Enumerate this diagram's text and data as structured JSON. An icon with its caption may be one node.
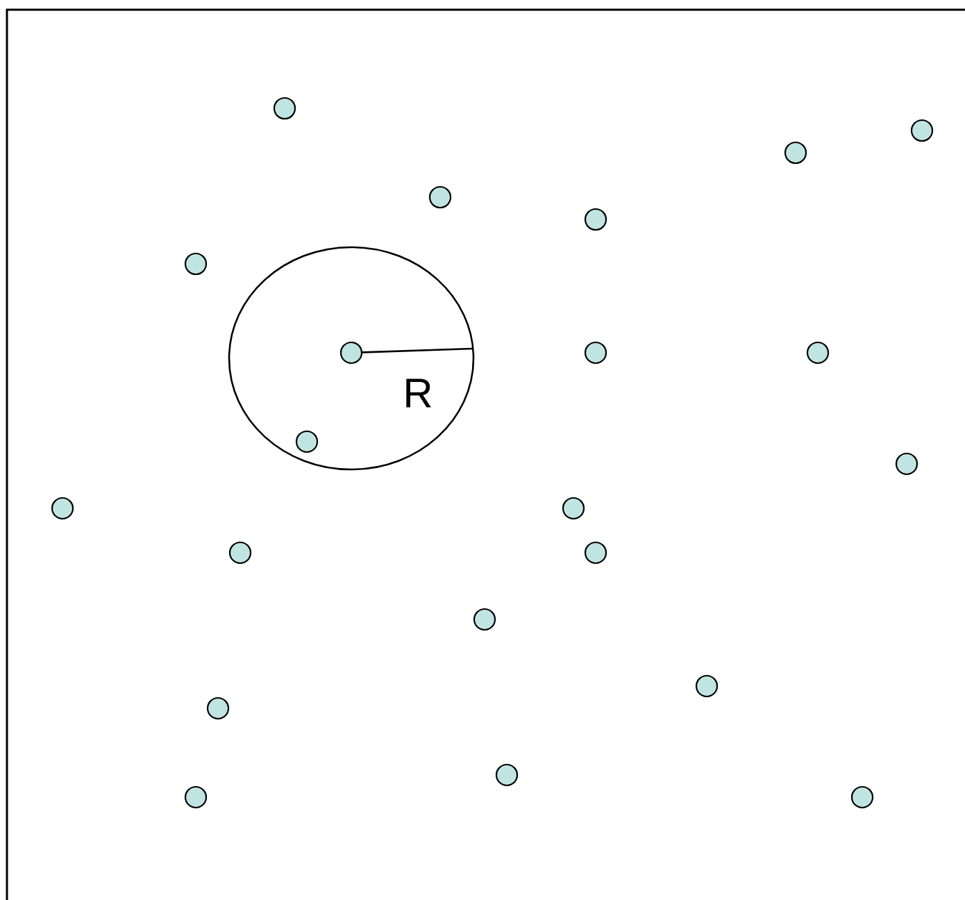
{
  "diagram": {
    "nodes": [
      {
        "text": [
          "R"
        ]
      },
      {
        "text": [],
        "shape": "circle"
      },
      {
        "text": [],
        "shape": "circle"
      },
      {
        "text": [],
        "shape": "circle"
      },
      {
        "text": [],
        "shape": "circle"
      },
      {
        "text": [],
        "shape": "circle"
      },
      {
        "text": [],
        "shape": "circle"
      },
      {
        "text": [],
        "shape": "circle",
        "in": 0
      },
      {
        "text": [],
        "shape": "circle"
      },
      {
        "text": [],
        "shape": "circle"
      },
      {
        "text": [],
        "shape": "circle",
        "in": 0
      },
      {
        "text": [],
        "shape": "circle"
      },
      {
        "text": [],
        "shape": "circle"
      },
      {
        "text": [],
        "shape": "circle"
      },
      {
        "text": [],
        "shape": "circle"
      },
      {
        "text": [],
        "shape": "circle"
      },
      {
        "text": [],
        "shape": "circle"
      },
      {
        "text": [],
        "shape": "circle"
      },
      {
        "text": [],
        "shape": "circle"
      },
      {
        "text": [],
        "shape": "circle"
      },
      {
        "text": [],
        "shape": "circle"
      },
      {
        "text": [],
        "shape": "circle"
      }
    ],
    "edges": []
  }
}
